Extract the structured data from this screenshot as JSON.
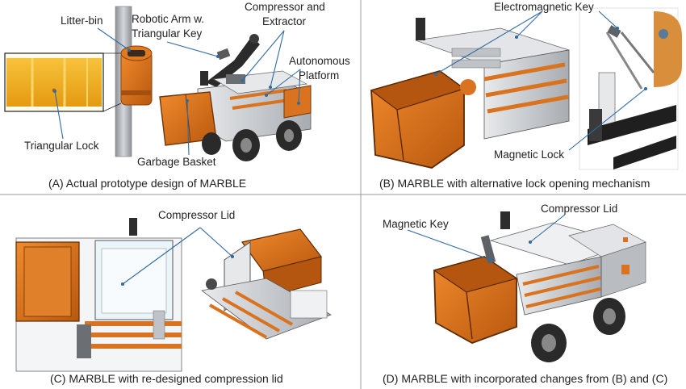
{
  "panels": {
    "a": {
      "caption": "(A) Actual prototype design of MARBLE",
      "labels": {
        "litter_bin": "Litter-bin",
        "robotic_arm_line1": "Robotic Arm w.",
        "robotic_arm_line2": "Triangular Key",
        "compressor_line1": "Compressor and",
        "compressor_line2": "Extractor",
        "platform_line1": "Autonomous",
        "platform_line2": "Platform",
        "triangular_lock": "Triangular Lock",
        "garbage_basket": "Garbage Basket"
      }
    },
    "b": {
      "caption": "(B) MARBLE with alternative lock opening mechanism",
      "labels": {
        "electromagnetic_key": "Electromagnetic Key",
        "magnetic_lock": "Magnetic Lock"
      }
    },
    "c": {
      "caption": "(C) MARBLE with re-designed compression lid",
      "labels": {
        "compressor_lid": "Compressor Lid"
      }
    },
    "d": {
      "caption": "(D) MARBLE with incorporated changes from (B) and (C)",
      "labels": {
        "compressor_lid": "Compressor Lid",
        "magnetic_key": "Magnetic Key"
      }
    }
  },
  "colors": {
    "orange": "#d9731f",
    "orange_dark": "#9c4a0e",
    "metal": "#c9ccd0",
    "metal_dark": "#7d8186",
    "tire": "#2a2a2a",
    "pole": "#a9adb2",
    "leader": "#2f6aa3"
  }
}
